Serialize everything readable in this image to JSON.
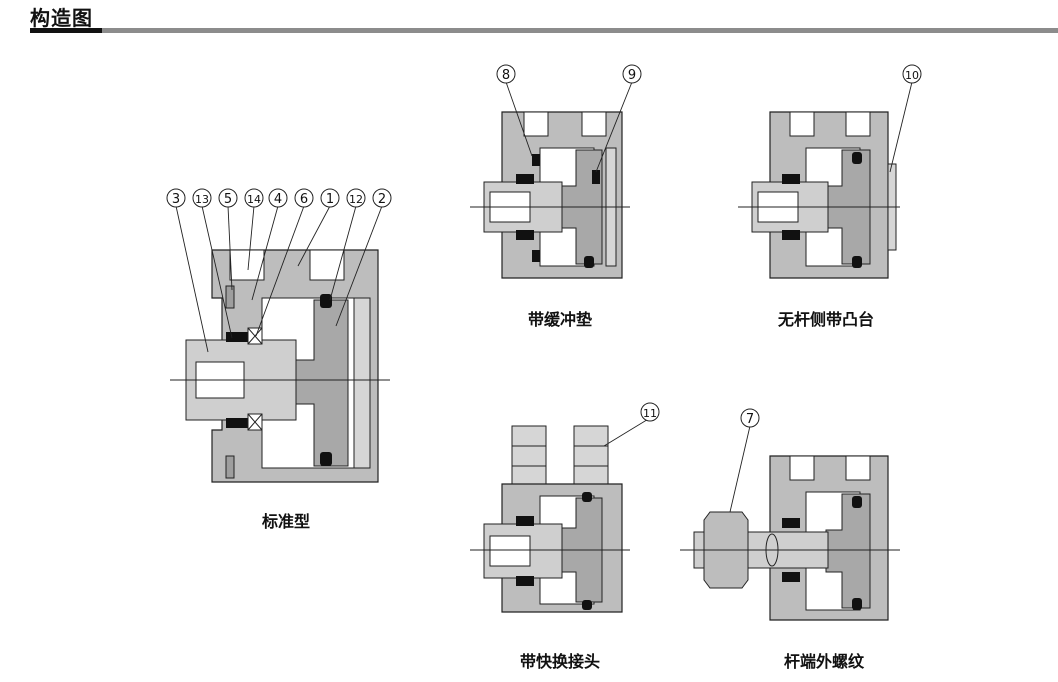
{
  "header": {
    "title": "构造图"
  },
  "captions": {
    "standard": "标准型",
    "cushion": "带缓冲垫",
    "no_boss": "无杆侧带凸台",
    "quick_fitting": "带快换接头",
    "male_thread": "杆端外螺纹"
  },
  "labels": {
    "n1": "1",
    "n2": "2",
    "n3": "3",
    "n4": "4",
    "n5": "5",
    "n6": "6",
    "n7": "7",
    "n8": "8",
    "n9": "9",
    "n10": "10",
    "n11": "11",
    "n12": "12",
    "n13": "13",
    "n14": "14"
  },
  "colors": {
    "body": "#bdbdbd",
    "body_dark": "#9e9e9e",
    "seal": "#111111",
    "header_bar": "#8c8c8c"
  }
}
